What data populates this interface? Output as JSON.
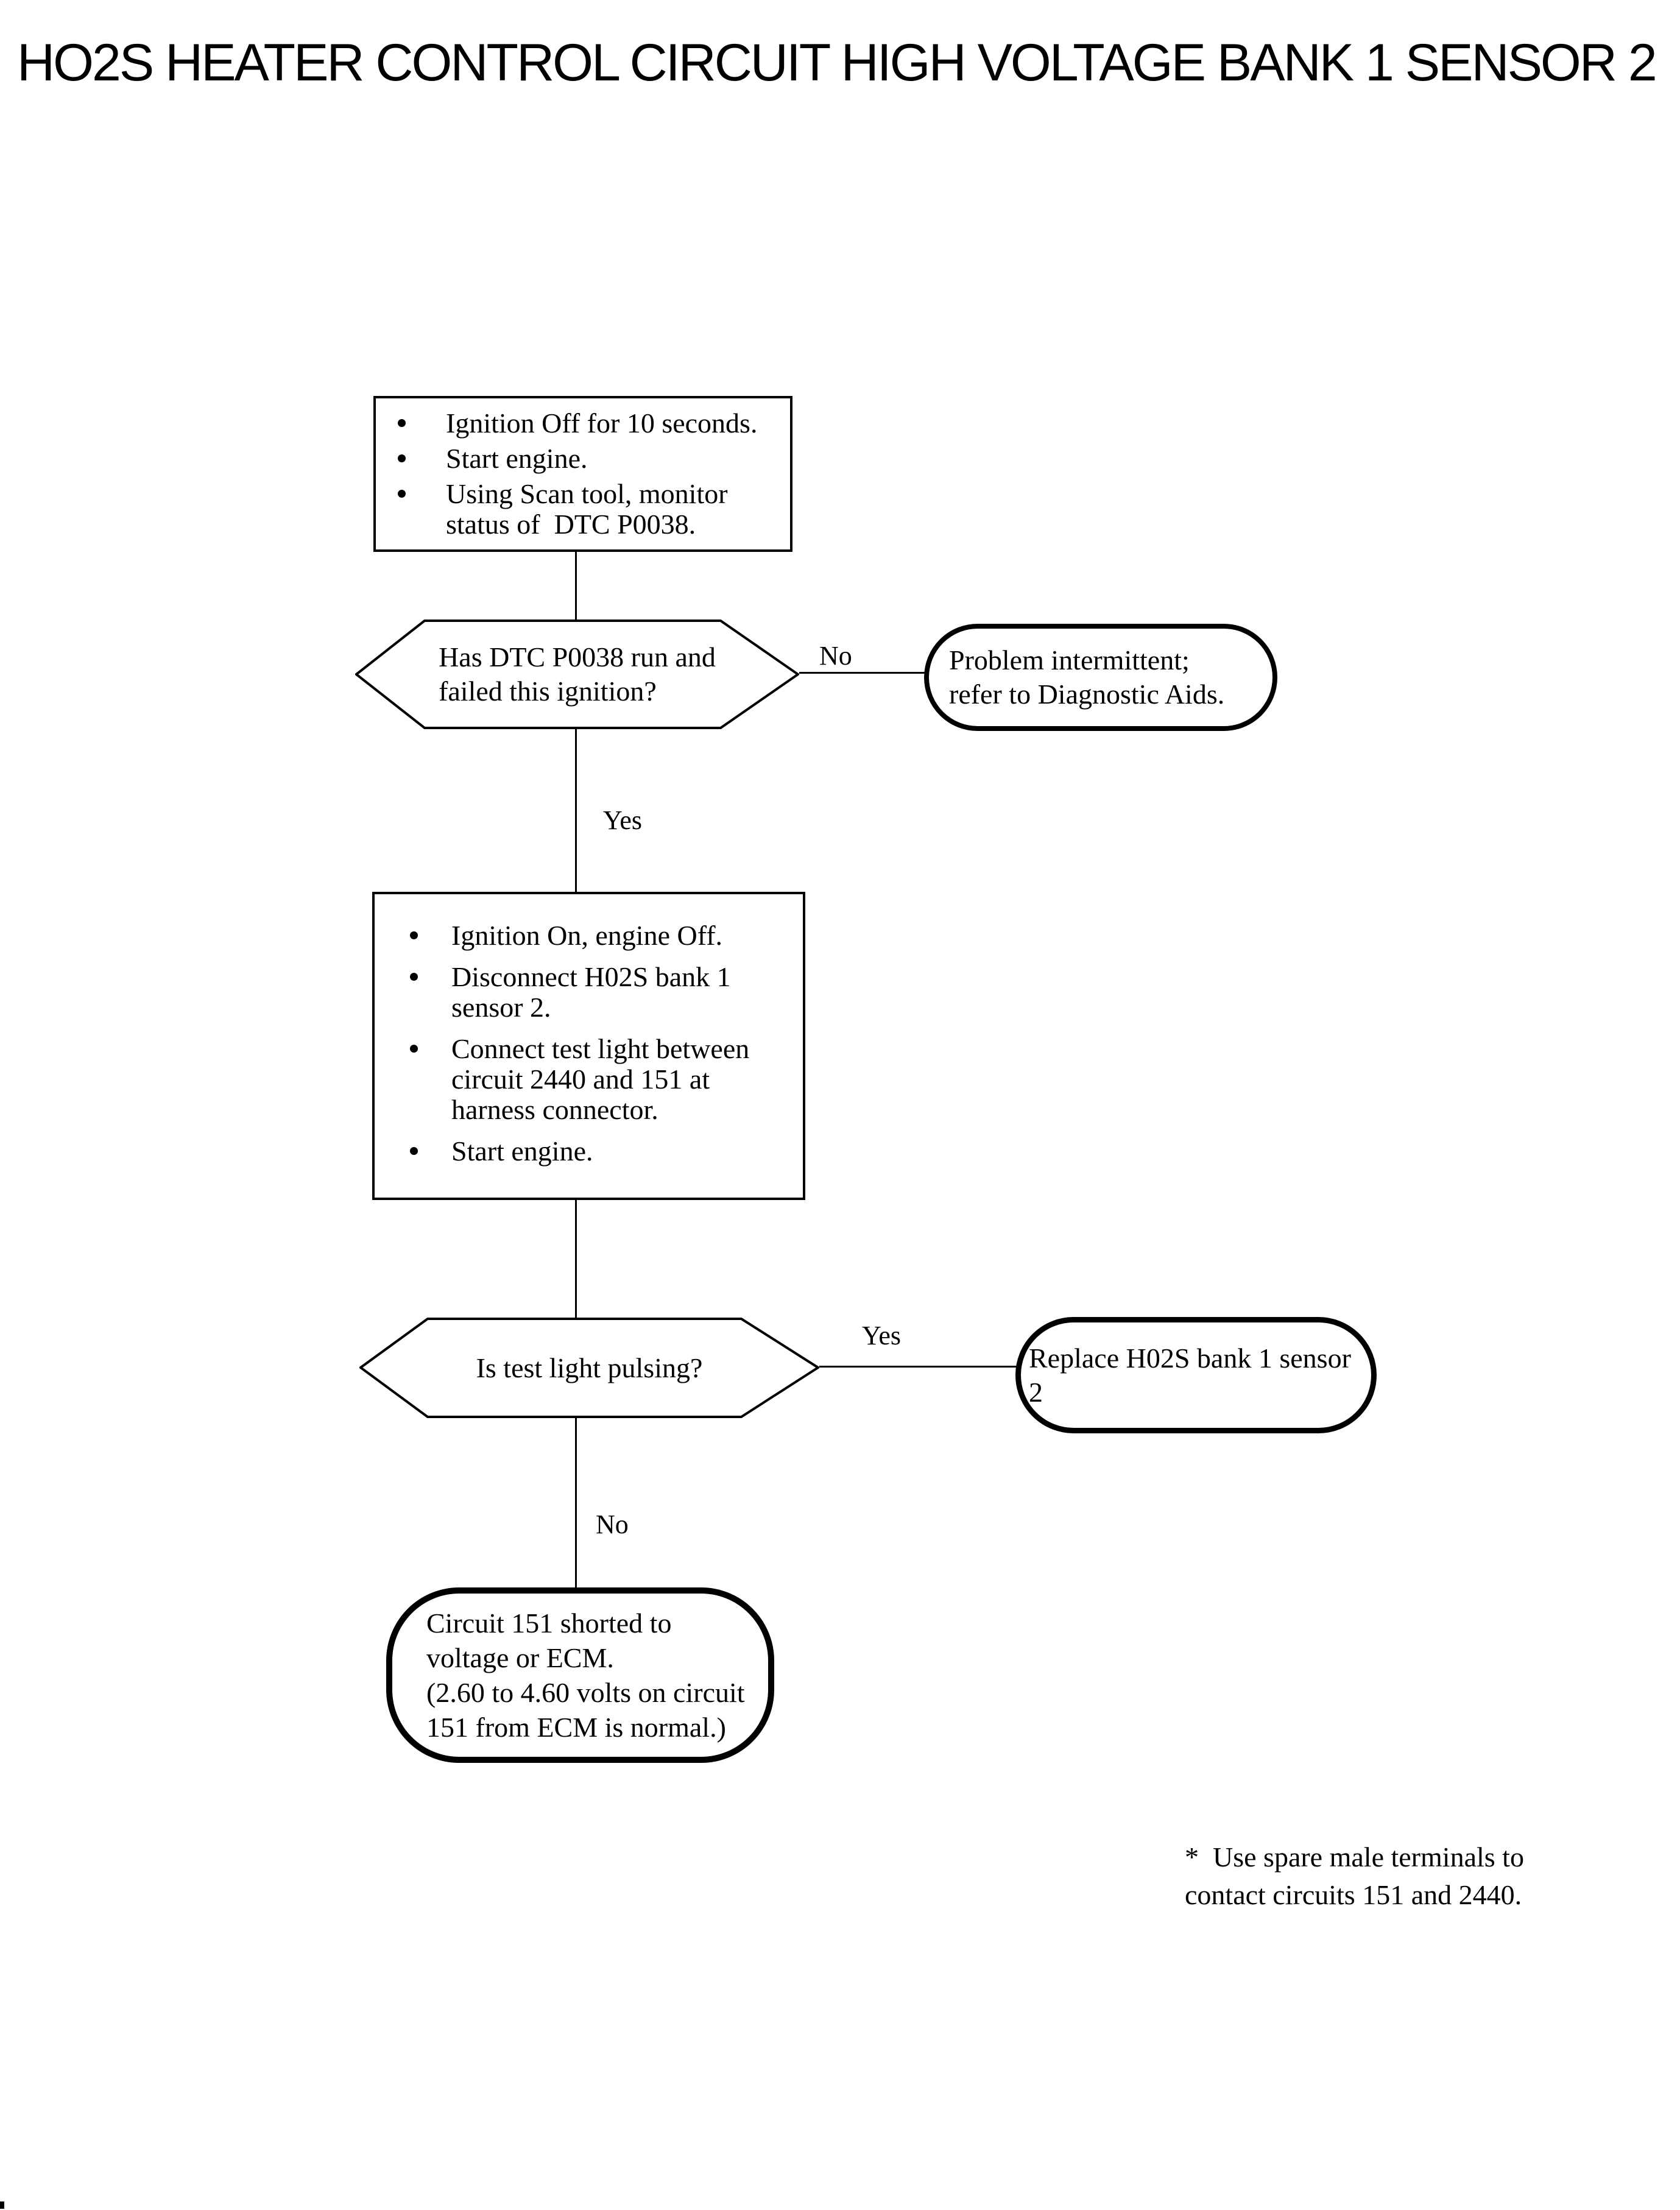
{
  "page": {
    "title": "HO2S HEATER CONTROL CIRCUIT HIGH VOLTAGE BANK 1 SENSOR 2",
    "ink_color": "#000000",
    "background_color": "#ffffff"
  },
  "flowchart": {
    "step1": {
      "bullets": [
        "Ignition Off for 10 seconds.",
        "Start engine.",
        "Using Scan tool, monitor\nstatus of  DTC P0038."
      ]
    },
    "decision1": {
      "question": "Has DTC P0038 run and\nfailed this ignition?",
      "no_label": "No",
      "yes_label": "Yes"
    },
    "result_intermittent": {
      "text": "Problem intermittent;\nrefer to Diagnostic Aids."
    },
    "step2": {
      "bullets": [
        "Ignition On, engine Off.",
        "Disconnect H02S bank 1\nsensor 2.",
        "Connect test light between\ncircuit 2440 and 151 at\nharness connector.",
        "Start engine."
      ]
    },
    "decision2": {
      "question": "Is test light pulsing?",
      "yes_label": "Yes",
      "no_label": "No"
    },
    "result_replace": {
      "text": "Replace H02S bank 1 sensor 2"
    },
    "terminal": {
      "text": "Circuit 151 shorted to\nvoltage or ECM.\n(2.60 to 4.60 volts on circuit\n151 from ECM is normal.)"
    }
  },
  "footnote": {
    "text": "*  Use spare male terminals to\ncontact circuits 151 and 2440."
  }
}
